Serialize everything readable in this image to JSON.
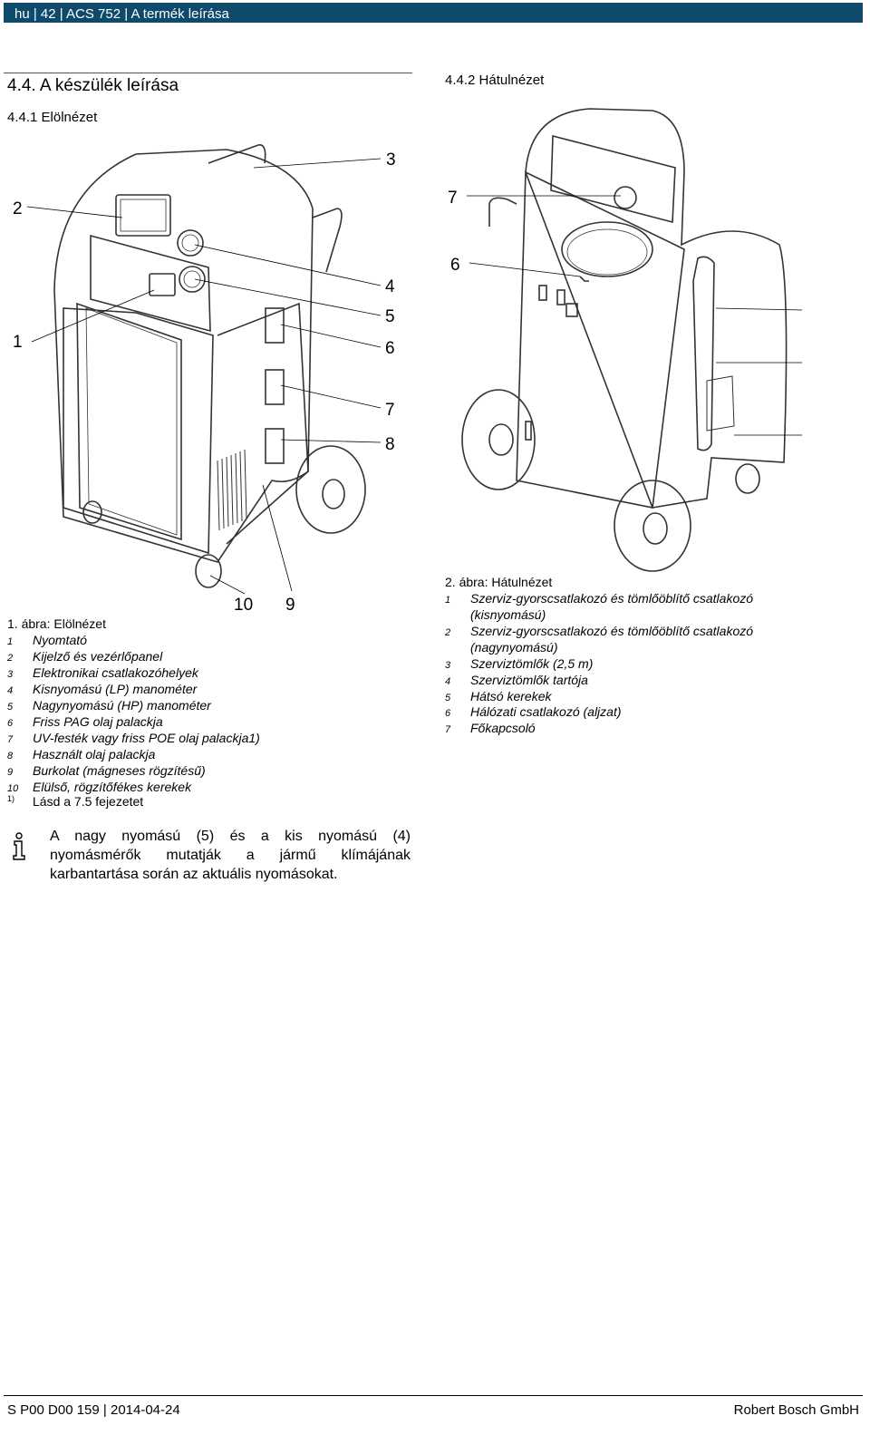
{
  "header": {
    "running_title": "hu | 42 | ACS 752 | A termék leírása"
  },
  "section": {
    "title": "4.4.   A készülék leírása",
    "front_title": "4.4.1   Elölnézet",
    "rear_title": "4.4.2   Hátulnézet"
  },
  "figure1": {
    "callouts": [
      "1",
      "2",
      "3",
      "4",
      "5",
      "6",
      "7",
      "8",
      "9",
      "10"
    ],
    "caption": "1. ábra:    Elölnézet",
    "legend": [
      {
        "num": "1",
        "text": "Nyomtató"
      },
      {
        "num": "2",
        "text": "Kijelző és vezérlőpanel"
      },
      {
        "num": "3",
        "text": "Elektronikai csatlakozóhelyek"
      },
      {
        "num": "4",
        "text": "Kisnyomású (LP) manométer"
      },
      {
        "num": "5",
        "text": "Nagynyomású (HP) manométer"
      },
      {
        "num": "6",
        "text": "Friss PAG olaj palackja"
      },
      {
        "num": "7",
        "text": "UV-festék vagy friss POE olaj palackja1)"
      },
      {
        "num": "8",
        "text": "Használt olaj palackja"
      },
      {
        "num": "9",
        "text": "Burkolat (mágneses rögzítésű)"
      },
      {
        "num": "10",
        "text": "Elülső, rögzítőfékes kerekek"
      }
    ],
    "footnote_mark": "1)",
    "footnote_text": "Lásd a 7.5 fejezetet"
  },
  "figure2": {
    "callouts": [
      "7",
      "6"
    ],
    "caption": "2. ábra:    Hátulnézet",
    "legend": [
      {
        "num": "1",
        "text": "Szerviz-gyorscsatlakozó és tömlőöblítő csatlakozó"
      },
      {
        "num": "",
        "text": "(kisnyomású)"
      },
      {
        "num": "2",
        "text": "Szerviz-gyorscsatlakozó és tömlőöblítő csatlakozó"
      },
      {
        "num": "",
        "text": "(nagynyomású)"
      },
      {
        "num": "3",
        "text": "Szerviztömlők (2,5 m)"
      },
      {
        "num": "4",
        "text": "Szerviztömlők tartója"
      },
      {
        "num": "5",
        "text": "Hátsó kerekek"
      },
      {
        "num": "6",
        "text": "Hálózati csatlakozó (aljzat)"
      },
      {
        "num": "7",
        "text": "Főkapcsoló"
      }
    ]
  },
  "note": {
    "icon": "info-icon",
    "text": "A nagy nyomású (5) és a kis nyomású (4) nyomásmérők mutatják a jármű klímájának karbantartása során az aktuális nyomásokat."
  },
  "footer": {
    "doc_ref": "S P00 D00 159 | 2014-04-24",
    "company": "Robert Bosch GmbH"
  },
  "colors": {
    "header_bar": "#0e4a6c",
    "header_text": "#ffffff"
  }
}
